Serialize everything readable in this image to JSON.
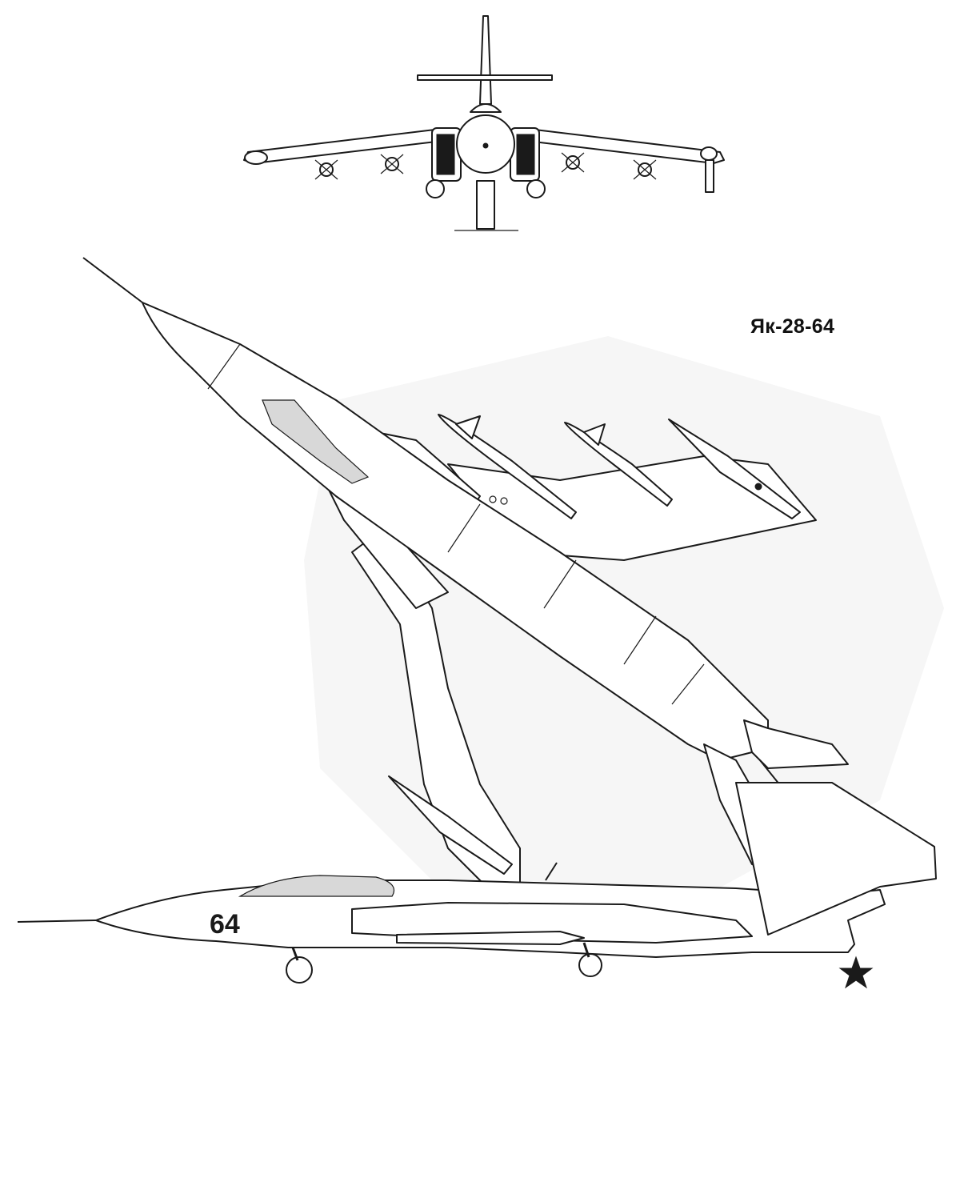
{
  "drawing": {
    "title": "Як-28-64",
    "side_number": "64"
  },
  "views": [
    "front-view",
    "plan-view",
    "side-view"
  ]
}
